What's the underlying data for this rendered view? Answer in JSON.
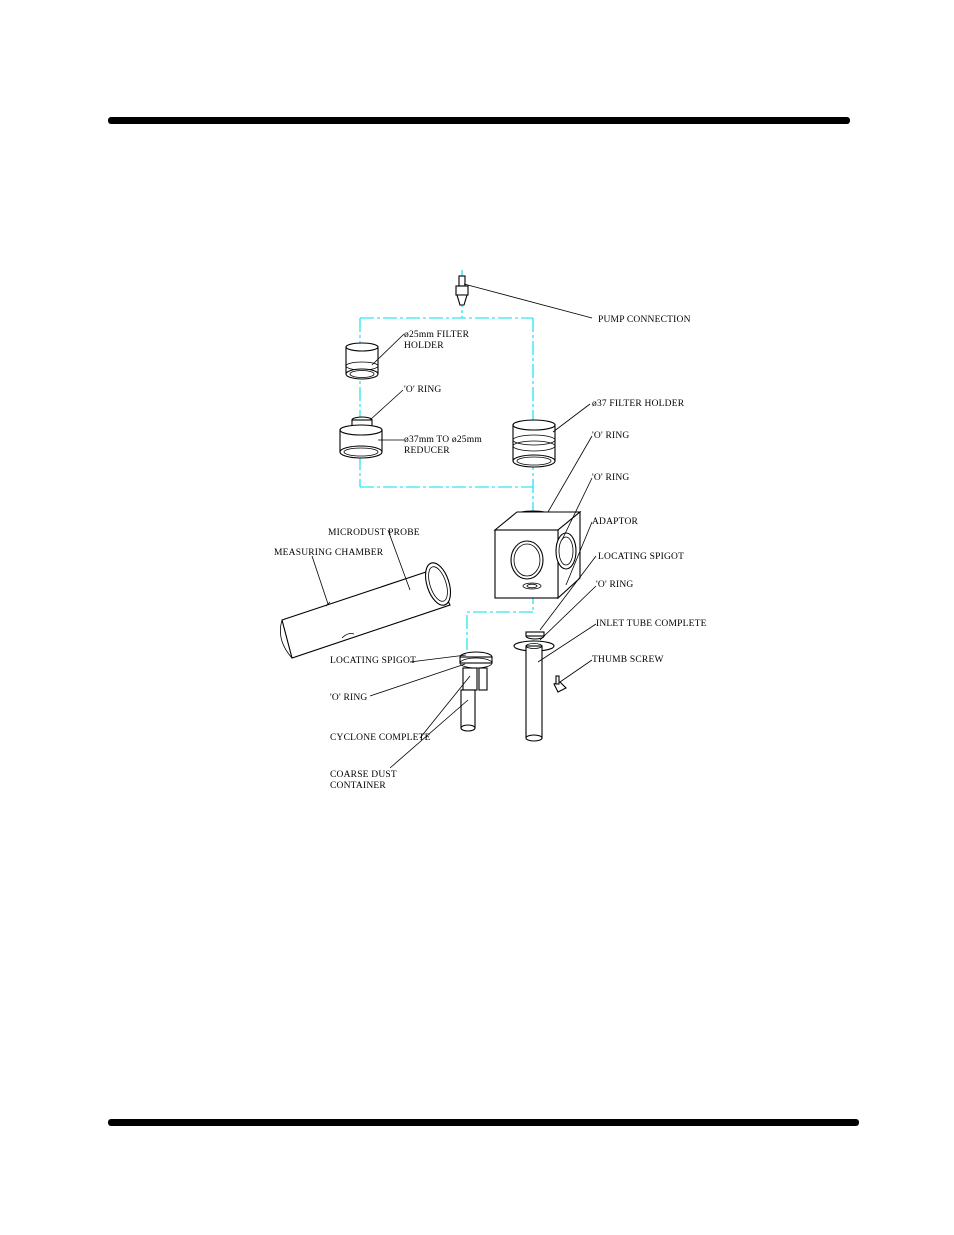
{
  "labels": {
    "pump_connection": "PUMP CONNECTION",
    "filter_holder_25_line1": "ø25mm FILTER",
    "filter_holder_25_line2": "HOLDER",
    "o_ring_1": "'O' RING",
    "reducer_line1": "ø37mm TO ø25mm",
    "reducer_line2": "REDUCER",
    "filter_holder_37": "ø37 FILTER HOLDER",
    "o_ring_2": "'O' RING",
    "o_ring_3": "'O' RING",
    "adaptor": "ADAPTOR",
    "microdust_probe": "MICRODUST PROBE",
    "measuring_chamber": "MEASURING CHAMBER",
    "locating_spigot_right": "LOCATING SPIGOT",
    "o_ring_4": "'O' RING",
    "inlet_tube": "INLET TUBE COMPLETE",
    "thumb_screw": "THUMB SCREW",
    "locating_spigot_left": "LOCATING SPIGOT",
    "o_ring_5": "'O' RING",
    "cyclone": "CYCLONE COMPLETE",
    "coarse_dust_line1": "COARSE DUST",
    "coarse_dust_line2": "CONTAINER"
  },
  "colors": {
    "centerline": "#00e0ee",
    "rules": "#000000"
  }
}
